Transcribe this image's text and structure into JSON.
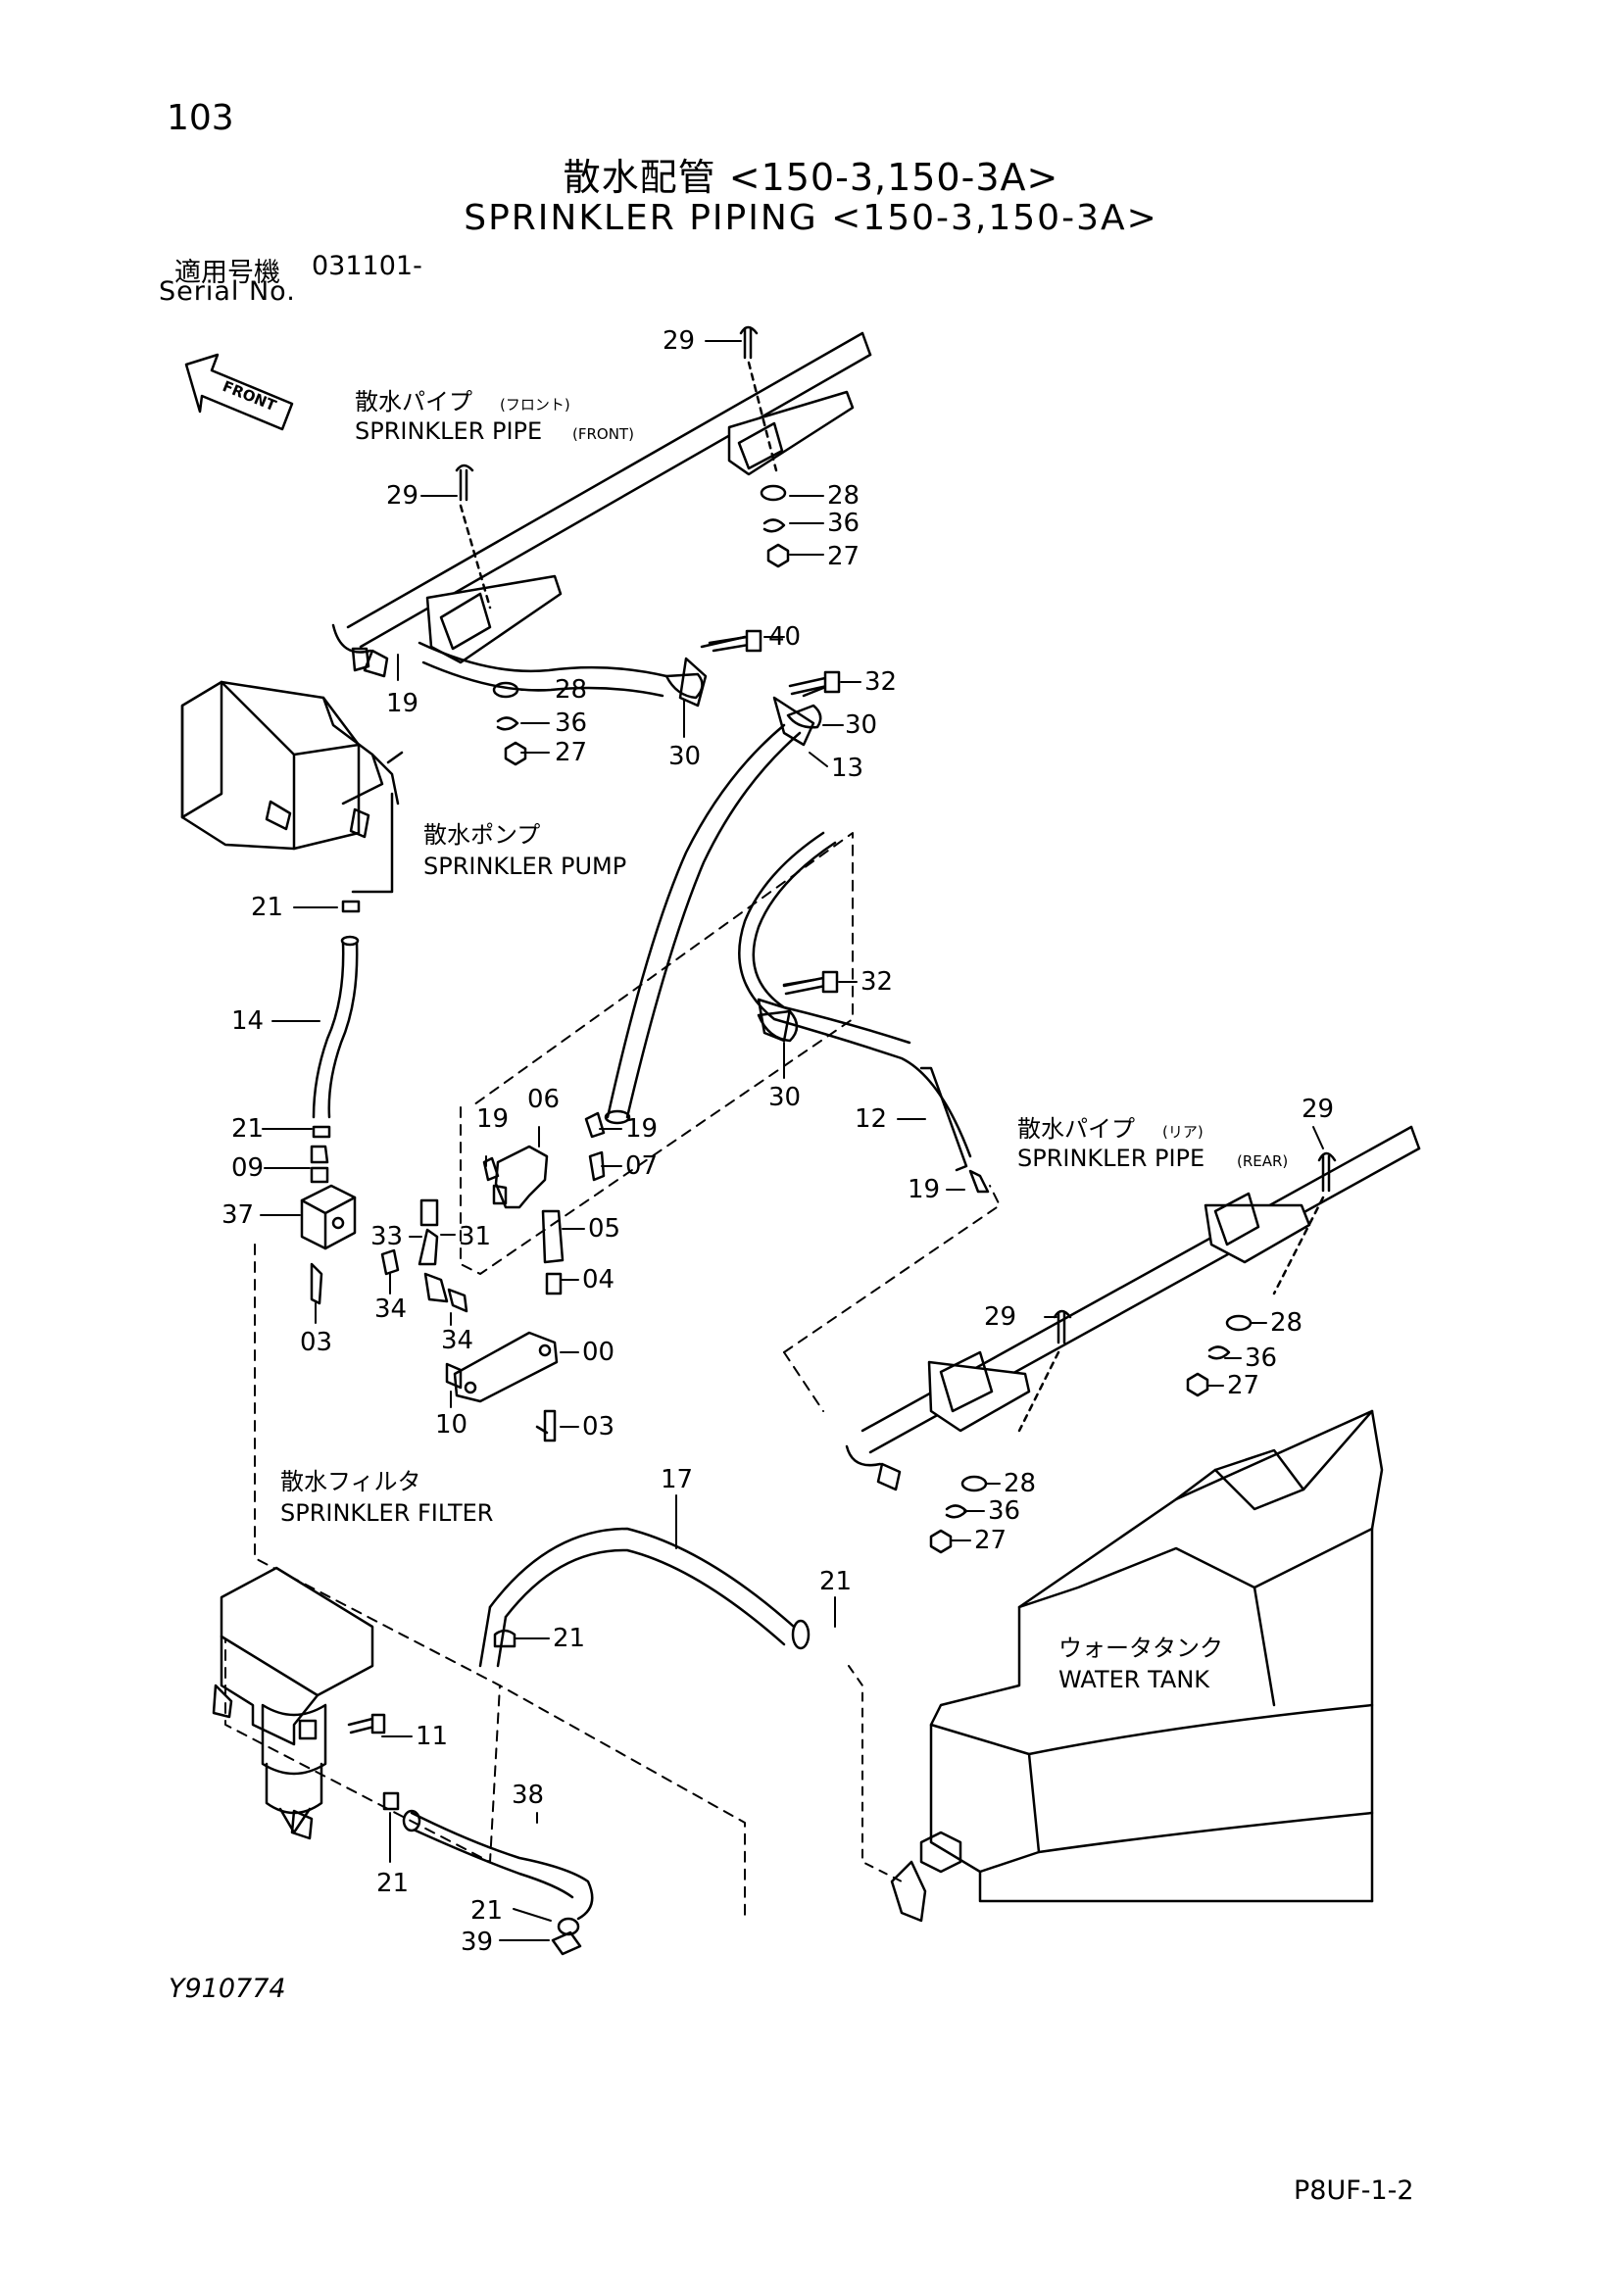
{
  "header": {
    "page_number": "103",
    "title_ja": "散水配管 <150-3,150-3A>",
    "title_en": "SPRINKLER PIPING <150-3,150-3A>",
    "serial_label_ja": "適用号機",
    "serial_value": "031101-",
    "serial_label_en": "Serial No."
  },
  "captions": {
    "front_arrow": "FRONT",
    "pipe_front_ja": "散水パイプ",
    "pipe_front_ja_sub": "(フロント)",
    "pipe_front_en": "SPRINKLER PIPE",
    "pipe_front_en_sub": "(FRONT)",
    "pump_ja": "散水ポンプ",
    "pump_en": "SPRINKLER PUMP",
    "pipe_rear_ja": "散水パイプ",
    "pipe_rear_ja_sub": "(リア)",
    "pipe_rear_en": "SPRINKLER PIPE",
    "pipe_rear_en_sub": "(REAR)",
    "filter_ja": "散水フィルタ",
    "filter_en": "SPRINKLER FILTER",
    "tank_ja": "ウォータタンク",
    "tank_en": "WATER TANK"
  },
  "callouts": [
    "29",
    "28",
    "36",
    "27",
    "29",
    "19",
    "28",
    "36",
    "27",
    "40",
    "32",
    "30",
    "30",
    "13",
    "21",
    "14",
    "32",
    "30",
    "12",
    "21",
    "09",
    "37",
    "33",
    "31",
    "34",
    "03",
    "34",
    "10",
    "19",
    "06",
    "19",
    "07",
    "05",
    "04",
    "00",
    "03",
    "19",
    "29",
    "28",
    "36",
    "27",
    "29",
    "28",
    "36",
    "27",
    "17",
    "21",
    "21",
    "11",
    "38",
    "21",
    "21",
    "39"
  ],
  "footer": {
    "drawing_number": "Y910774",
    "sheet_code": "P8UF-1-2"
  }
}
